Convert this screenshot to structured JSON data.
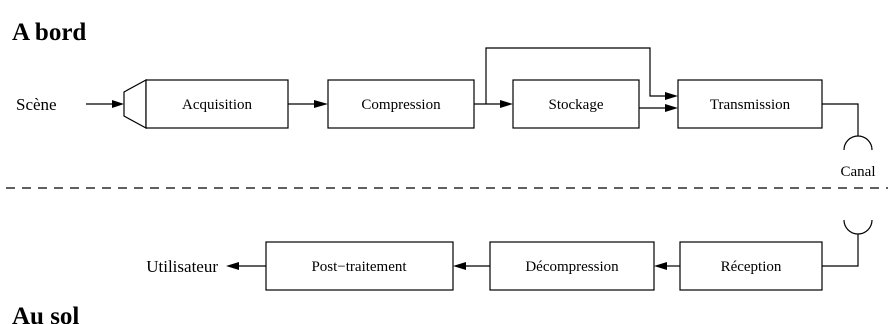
{
  "sections": {
    "top_heading": "A bord",
    "bottom_heading": "Au sol"
  },
  "onboard": {
    "input_label": "Scène",
    "boxes": [
      "Acquisition",
      "Compression",
      "Stockage",
      "Transmission"
    ]
  },
  "channel_label": "Canal",
  "ground": {
    "boxes": [
      "Réception",
      "Décompression",
      "Post−traitement"
    ],
    "output_label": "Utilisateur"
  }
}
